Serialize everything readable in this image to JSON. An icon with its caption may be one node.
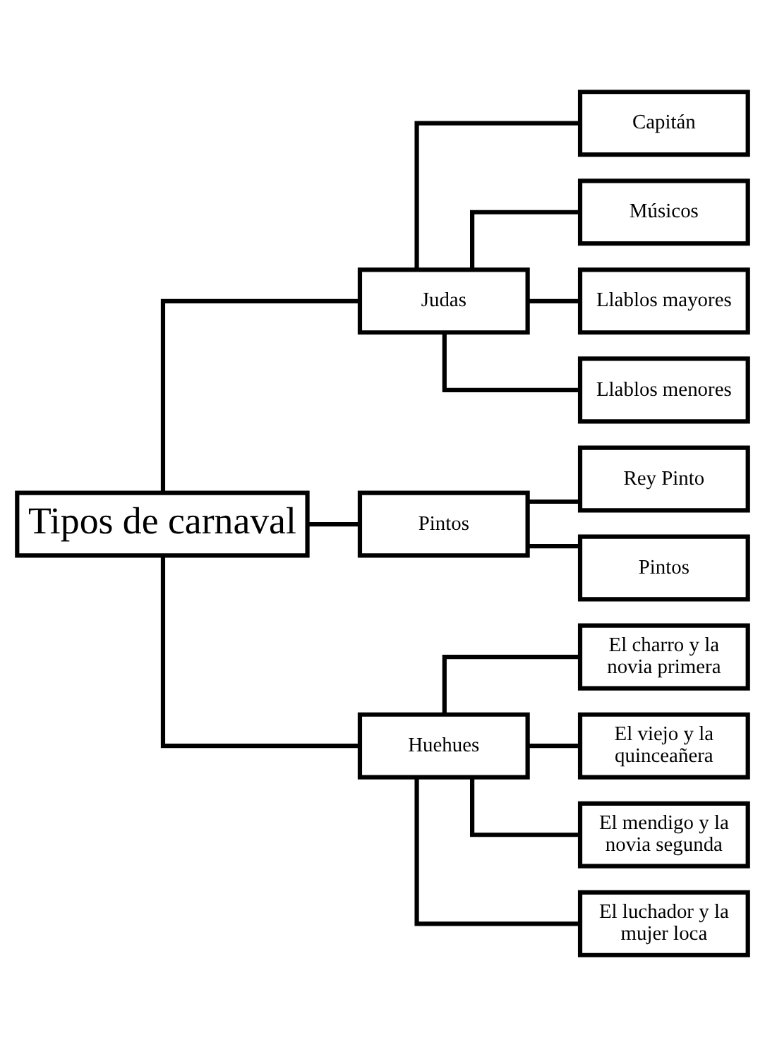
{
  "diagram": {
    "nodes": [
      {
        "text": [
          "Tipos de carnaval"
        ]
      },
      {
        "text": [
          "Judas"
        ]
      },
      {
        "text": [
          "Capitán"
        ]
      },
      {
        "text": [
          "Músicos"
        ]
      },
      {
        "text": [
          "Llablos mayores"
        ]
      },
      {
        "text": [
          "Llablos menores"
        ]
      },
      {
        "text": [
          "Pintos"
        ]
      },
      {
        "text": [
          "Rey Pinto"
        ]
      },
      {
        "text": [
          "Pintos"
        ]
      },
      {
        "text": [
          "Huehues"
        ]
      },
      {
        "text": [
          "El charro y la novia primera"
        ]
      },
      {
        "text": [
          "El viejo y la quinceañera"
        ]
      },
      {
        "text": [
          "El mendigo y la novia segunda"
        ]
      },
      {
        "text": [
          "El luchador y la mujer loca"
        ]
      }
    ],
    "edges": [
      {
        "from": 0,
        "to": 1,
        "arrow": "none"
      },
      {
        "from": 0,
        "to": 6,
        "arrow": "none"
      },
      {
        "from": 0,
        "to": 9,
        "arrow": "none"
      },
      {
        "from": 1,
        "to": 2,
        "arrow": "none"
      },
      {
        "from": 1,
        "to": 3,
        "arrow": "none"
      },
      {
        "from": 1,
        "to": 4,
        "arrow": "none"
      },
      {
        "from": 1,
        "to": 5,
        "arrow": "none"
      },
      {
        "from": 6,
        "to": 7,
        "arrow": "none"
      },
      {
        "from": 6,
        "to": 8,
        "arrow": "none"
      },
      {
        "from": 9,
        "to": 10,
        "arrow": "none"
      },
      {
        "from": 9,
        "to": 11,
        "arrow": "none"
      },
      {
        "from": 9,
        "to": 12,
        "arrow": "none"
      },
      {
        "from": 9,
        "to": 13,
        "arrow": "none"
      }
    ]
  }
}
